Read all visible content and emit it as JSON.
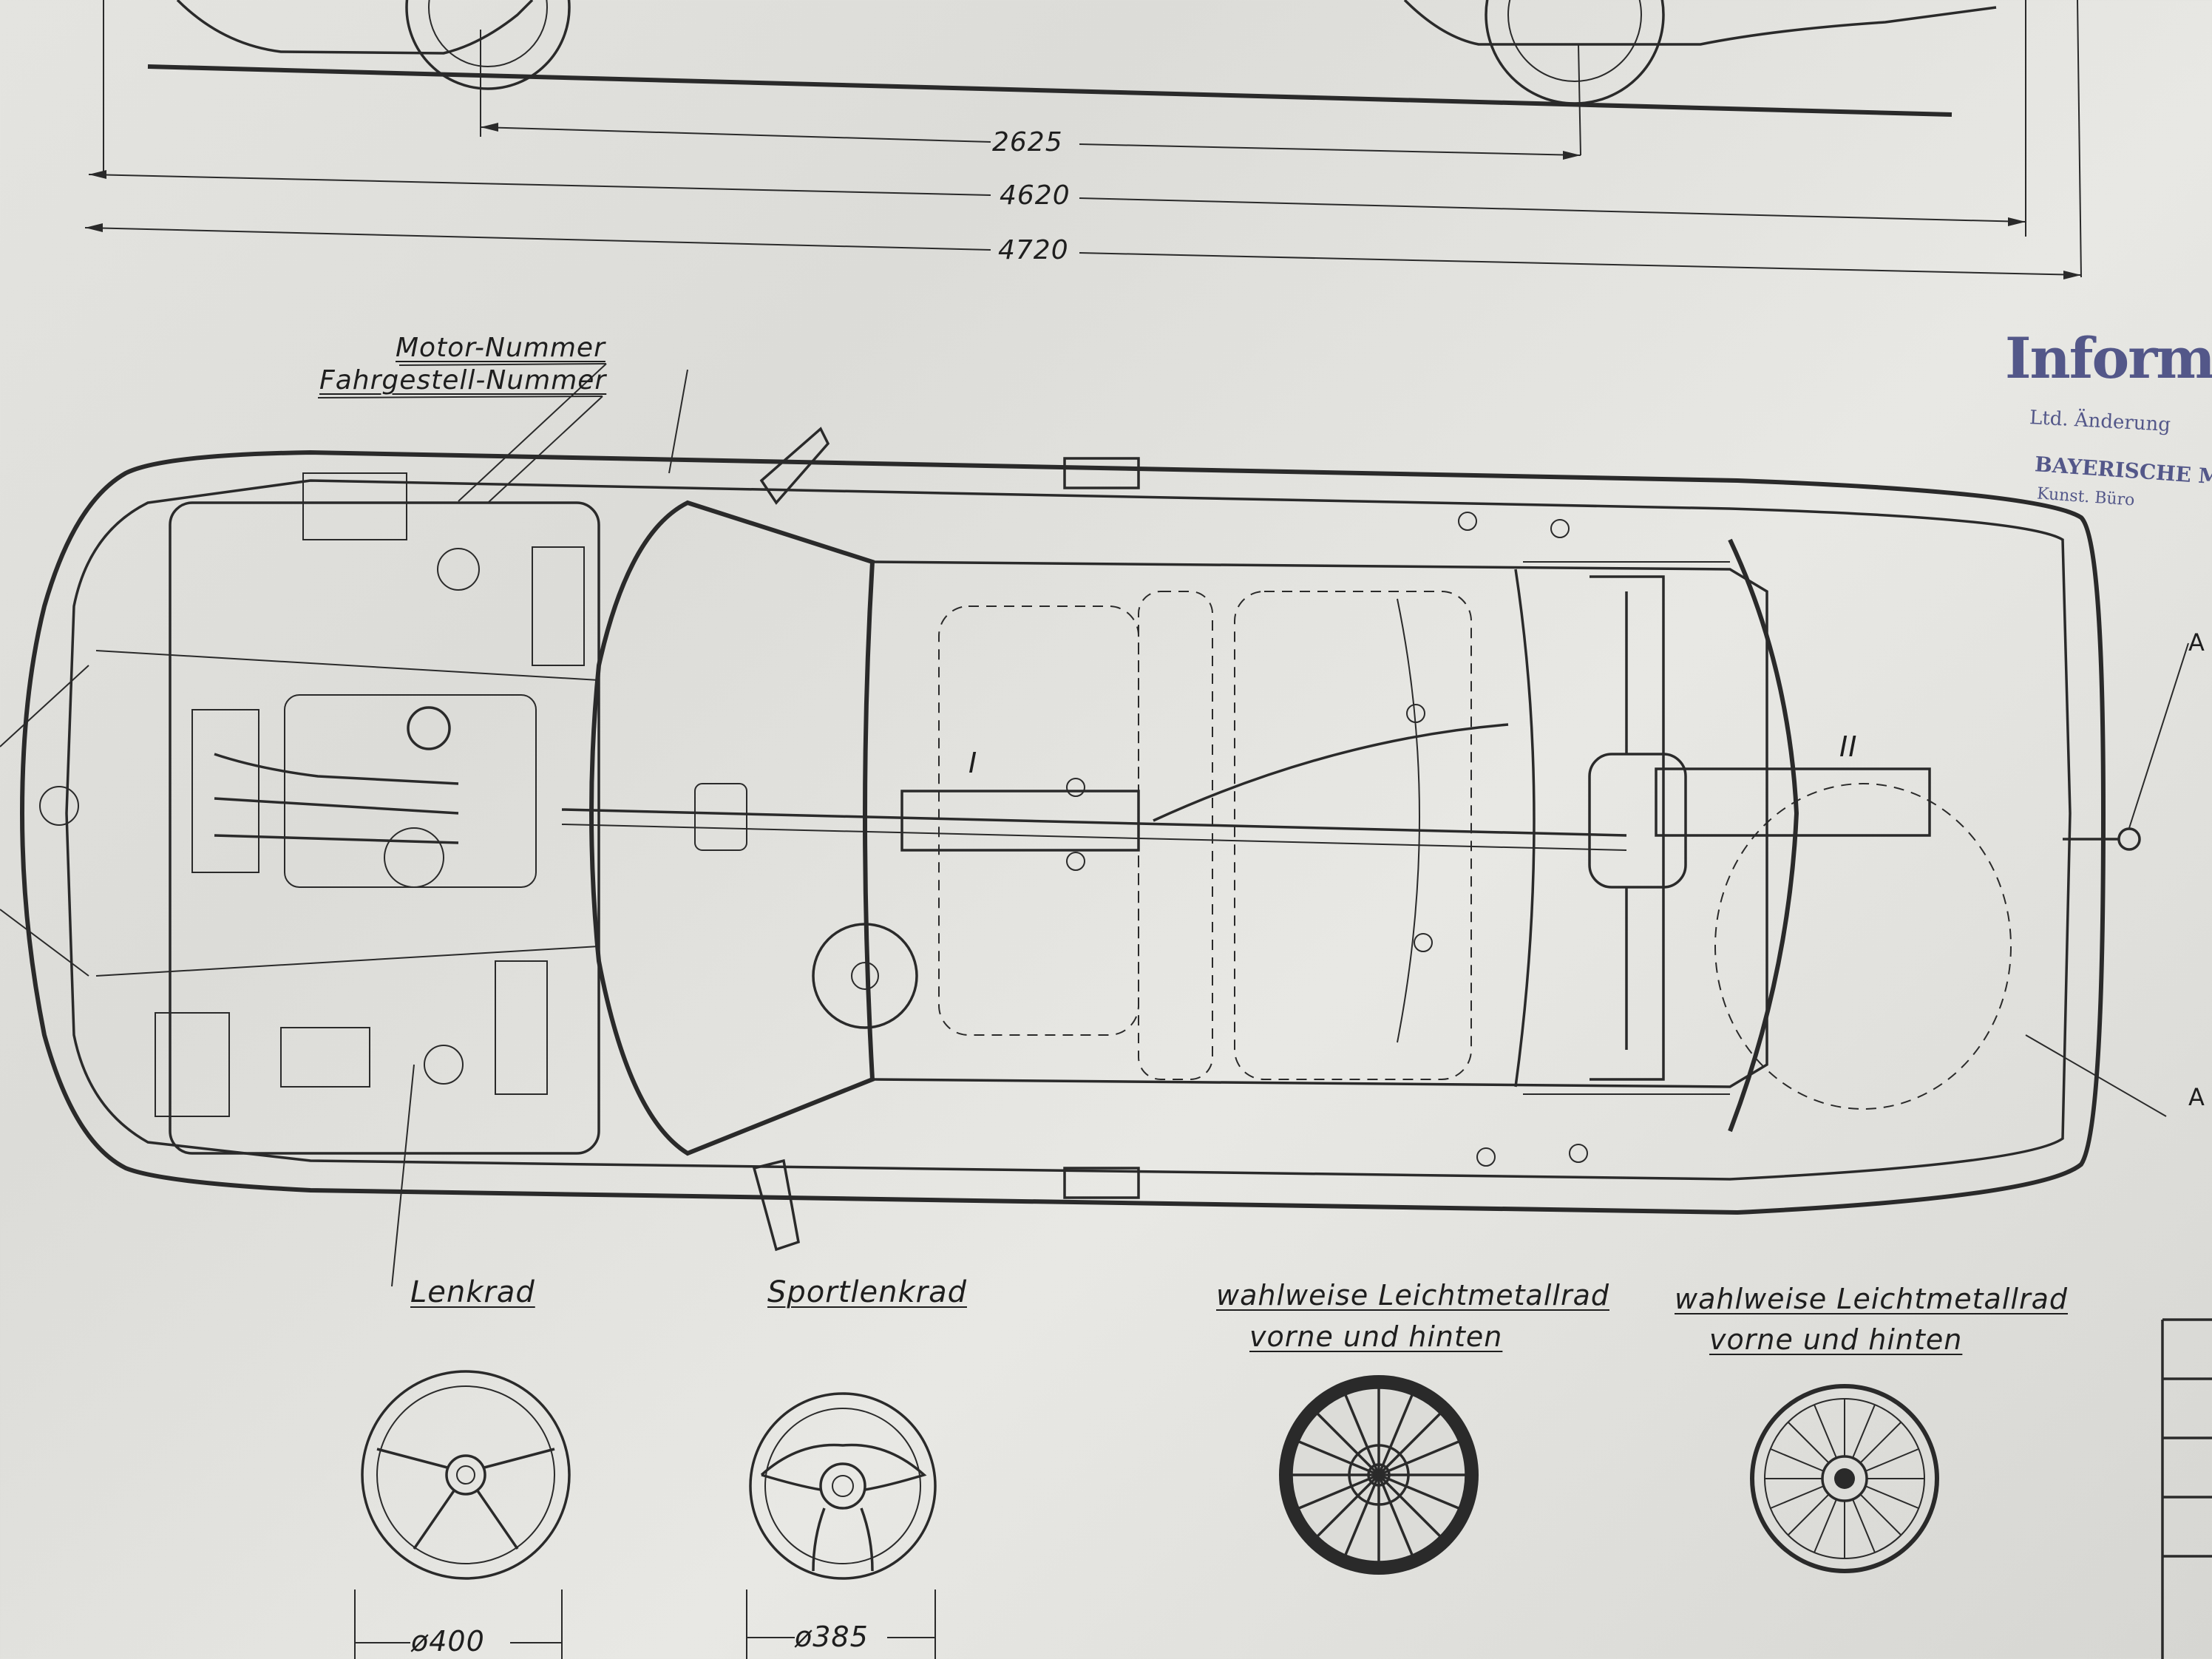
{
  "dimensions": {
    "wheelbase": "2625",
    "length_body": "4620",
    "length_total": "4720"
  },
  "callouts": {
    "engine_number": "Motor-Nummer",
    "chassis_number": "Fahrgestell-Nummer"
  },
  "roman_numerals": {
    "front": "I",
    "rear": "II"
  },
  "accessories": [
    {
      "title": "Lenkrad",
      "subtitle": "",
      "dimension": "ø400"
    },
    {
      "title": "Sportlenkrad",
      "subtitle": "",
      "dimension": "ø385"
    },
    {
      "title": "wahlweise  Leichtmetallrad",
      "subtitle": "vorne   und   hinten",
      "dimension": ""
    },
    {
      "title": "wahlweise  Leichtmetallrad",
      "subtitle": "vorne   und   hinten",
      "dimension": ""
    }
  ],
  "stamp": {
    "title": "Informat",
    "line1": "Ltd. Änderung",
    "line2": "BAYERISCHE M",
    "line3": "Kunst. Büro"
  },
  "edge_fragments": {
    "right_upper": "A",
    "right_lower": "A"
  },
  "colors": {
    "paper": "#e0e0dc",
    "ink": "#2a2a2a",
    "stamp": "#3a3f7a"
  }
}
